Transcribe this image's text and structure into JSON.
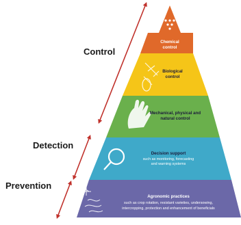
{
  "side_labels": {
    "control": "Control",
    "detection": "Detection",
    "prevention": "Prevention"
  },
  "tiers": {
    "chemical": {
      "title_line1": "Chemical",
      "title_line2": "control",
      "color": "#e0692a"
    },
    "biological": {
      "title_line1": "Biological",
      "title_line2": "control",
      "color": "#f5c518"
    },
    "mechanical": {
      "title_line1": "Mechanical, physical and",
      "title_line2": "natural control",
      "color": "#6ab04c"
    },
    "decision": {
      "title": "Decision support",
      "sub_line1": "such as monitoring, forecasting",
      "sub_line2": "and warning systems",
      "color": "#3fa9c9"
    },
    "agronomic": {
      "title": "Agronomic practices",
      "sub_line1": "such as crop rotation, resistant varieties, undersowing,",
      "sub_line2": "intercropping, protection and enhancement of beneficials",
      "color": "#6b68a8"
    }
  },
  "arrow_color": "#c0312b"
}
